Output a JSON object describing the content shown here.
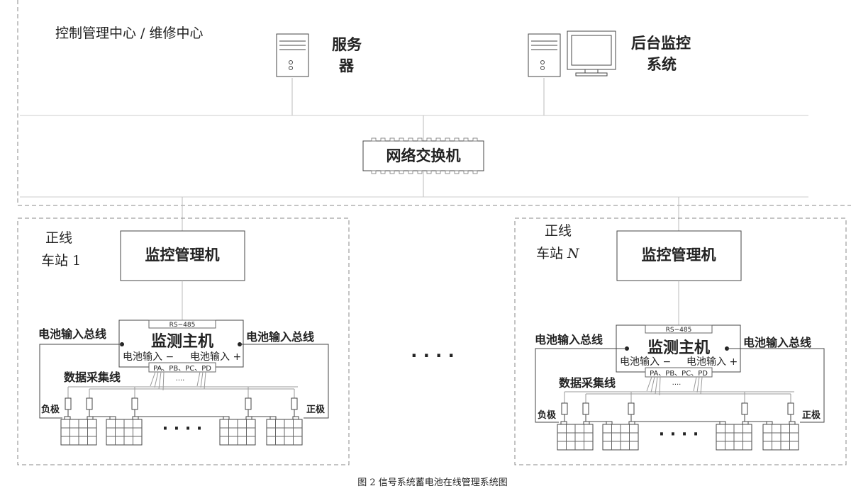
{
  "control_center": {
    "title": "控制管理中心 / 维修中心"
  },
  "server": {
    "label_line1": "服务",
    "label_line2": "器"
  },
  "monitor": {
    "label_line1": "后台监控",
    "label_line2": "系统"
  },
  "network_switch": {
    "label": "网络交换机"
  },
  "stations": [
    {
      "label_line1": "正线",
      "label_line2_prefix": "车站 ",
      "label_line2_suffix": "1",
      "manager_label": "监控管理机",
      "host_label": "监测主机",
      "rs485": "RS−485",
      "input_minus": "电池输入 −",
      "input_plus": "电池输入 +",
      "channels": "PA、PB、PC、PD",
      "channel_dots": "····",
      "bus_left": "电池输入总线",
      "bus_right": "电池输入总线",
      "data_line": "数据采集线",
      "negative": "负极",
      "positive": "正极",
      "battery_dots": "· · · ·"
    },
    {
      "label_line1": "正线",
      "label_line2_prefix": "车站 ",
      "label_line2_suffix": "N",
      "manager_label": "监控管理机",
      "host_label": "监测主机",
      "rs485": "RS−485",
      "input_minus": "电池输入 −",
      "input_plus": "电池输入 +",
      "channels": "PA、PB、PC、PD",
      "channel_dots": "····",
      "bus_left": "电池输入总线",
      "bus_right": "电池输入总线",
      "data_line": "数据采集线",
      "negative": "负极",
      "positive": "正极",
      "battery_dots": "· · · ·"
    }
  ],
  "between_stations": "· · · ·",
  "caption": "图 2  信号系统蓄电池在线管理系统图",
  "colors": {
    "line": "#555555",
    "dashed": "#888888",
    "thin": "#bbbbbb"
  }
}
